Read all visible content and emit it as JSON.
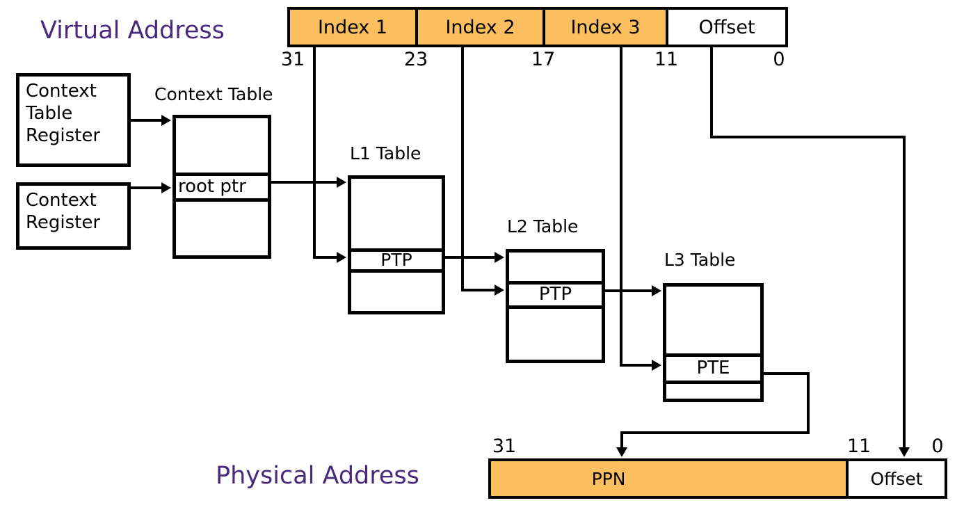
{
  "titles": {
    "virtual": "Virtual Address",
    "physical": "Physical Address"
  },
  "virtual_address_bar": {
    "segments": [
      {
        "label": "Index 1",
        "highlighted": true
      },
      {
        "label": "Index 2",
        "highlighted": true
      },
      {
        "label": "Index 3",
        "highlighted": true
      },
      {
        "label": "Offset",
        "highlighted": false
      }
    ],
    "bit_labels": [
      "31",
      "23",
      "17",
      "11",
      "0"
    ]
  },
  "registers": [
    {
      "label": "Context Table Register"
    },
    {
      "label": "Context Register"
    }
  ],
  "tables": [
    {
      "title": "Context Table",
      "entry": "root ptr"
    },
    {
      "title": "L1 Table",
      "entry": "PTP"
    },
    {
      "title": "L2 Table",
      "entry": "PTP"
    },
    {
      "title": "L3 Table",
      "entry": "PTE"
    }
  ],
  "physical_address_bar": {
    "segments": [
      {
        "label": "PPN",
        "highlighted": true
      },
      {
        "label": "Offset",
        "highlighted": false
      }
    ],
    "bit_labels": [
      "31",
      "11",
      "0"
    ]
  },
  "colors": {
    "highlight_orange": "#FBBF60",
    "title_purple": "#4B2A7D",
    "line_black": "#000000"
  }
}
